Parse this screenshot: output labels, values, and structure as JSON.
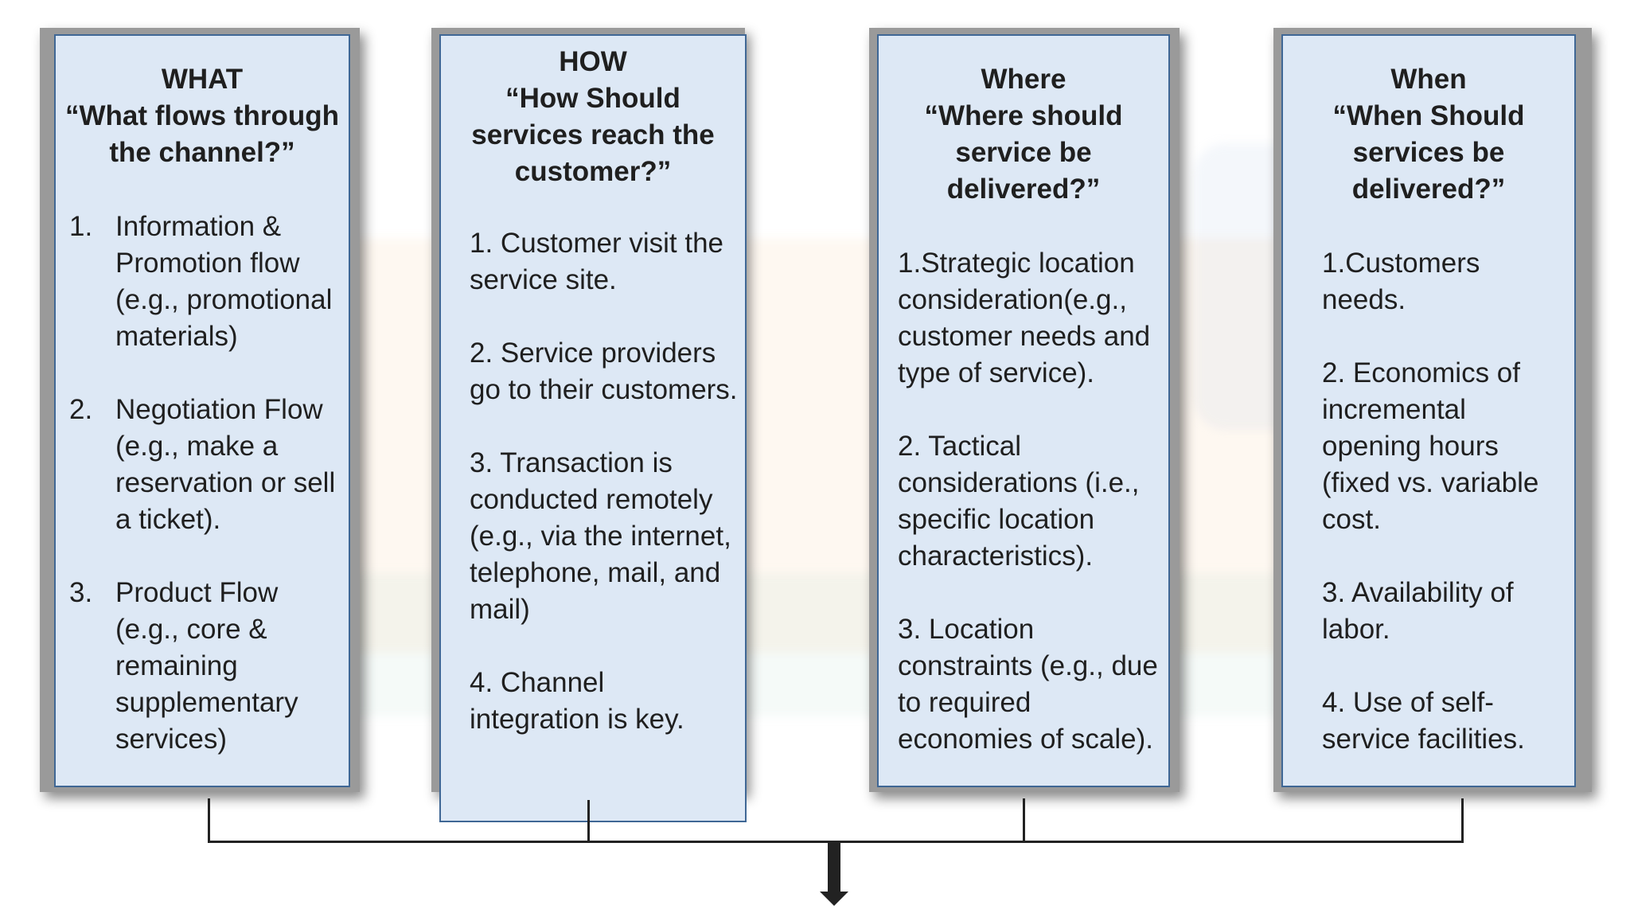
{
  "columns": [
    {
      "id": "what",
      "title_lines": [
        "WHAT",
        "“What flows through",
        "the channel?”"
      ],
      "numbered": true,
      "items": [
        {
          "num": "1.",
          "text": "Information & Promotion flow (e.g., promotional materials)"
        },
        {
          "num": "2.",
          "text": "Negotiation Flow (e.g., make a reservation or sell a ticket)."
        },
        {
          "num": "3.",
          "text": "Product Flow (e.g., core & remaining supplementary services)"
        }
      ]
    },
    {
      "id": "how",
      "title_lines": [
        "HOW",
        "“How Should",
        "services reach the",
        "customer?”"
      ],
      "numbered": false,
      "items": [
        {
          "text": "1. Customer visit the service site."
        },
        {
          "text": "2. Service providers go to their customers."
        },
        {
          "text": "3. Transaction is conducted remotely (e.g., via the internet, telephone, mail, and mail)"
        },
        {
          "text": "4. Channel integration is key."
        }
      ]
    },
    {
      "id": "where",
      "title_lines": [
        "Where",
        "“Where should",
        "service be",
        "delivered?”"
      ],
      "numbered": false,
      "items": [
        {
          "text": "1.Strategic location consideration(e.g., customer needs and type of service)."
        },
        {
          "text": "2. Tactical considerations  (i.e., specific location characteristics)."
        },
        {
          "text": "3. Location constraints (e.g., due to required economies of scale)."
        }
      ]
    },
    {
      "id": "when",
      "title_lines": [
        "When",
        "“When Should",
        "services be",
        "delivered?”"
      ],
      "numbered": false,
      "items": [
        {
          "text": "1.Customers needs."
        },
        {
          "text": "2. Economics of incremental opening hours (fixed vs. variable cost."
        },
        {
          "text": "3. Availability of labor."
        },
        {
          "text": "4. Use of self-service facilities."
        }
      ]
    }
  ],
  "colors": {
    "card_fill": "#dde8f5",
    "card_border": "#3f6795",
    "connector": "#222222"
  }
}
